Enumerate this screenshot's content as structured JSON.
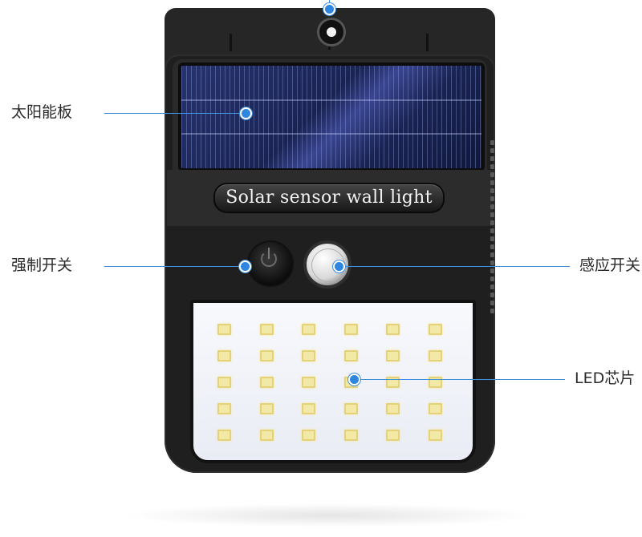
{
  "product_badge": "Solar sensor wall light",
  "callouts": {
    "solar_panel": "太阳能板",
    "force_switch": "强制开关",
    "sensor_switch": "感应开关",
    "led_chip": "LED芯片"
  },
  "colors": {
    "leader": "#3f8fdc",
    "dot": "#2f86e0",
    "body": "#1f1f1f",
    "panel": "#121a3a",
    "led": "#f3e9a6"
  },
  "led_grid": {
    "rows": 5,
    "cols": 6
  }
}
